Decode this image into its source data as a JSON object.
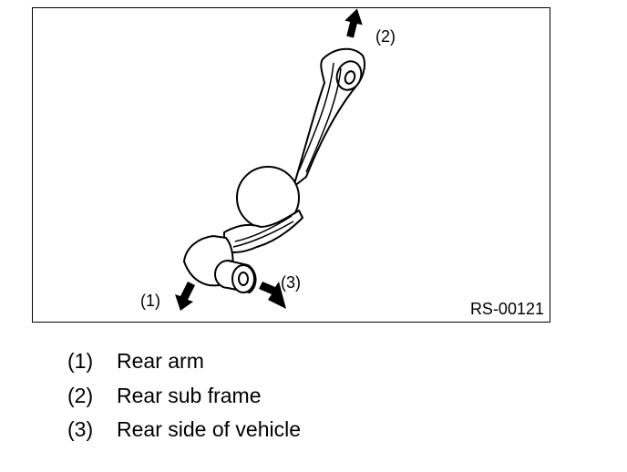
{
  "figure": {
    "id_label": "RS-00121",
    "callouts": [
      {
        "num": "(1)",
        "points_to": "rear-arm-direction"
      },
      {
        "num": "(2)",
        "points_to": "rear-sub-frame-direction"
      },
      {
        "num": "(3)",
        "points_to": "rear-side-of-vehicle-direction"
      }
    ],
    "stroke_color": "#000000",
    "fill_color": "#ffffff"
  },
  "legend": [
    {
      "num": "(1)",
      "text": "Rear arm"
    },
    {
      "num": "(2)",
      "text": "Rear sub frame"
    },
    {
      "num": "(3)",
      "text": "Rear side of vehicle"
    }
  ]
}
